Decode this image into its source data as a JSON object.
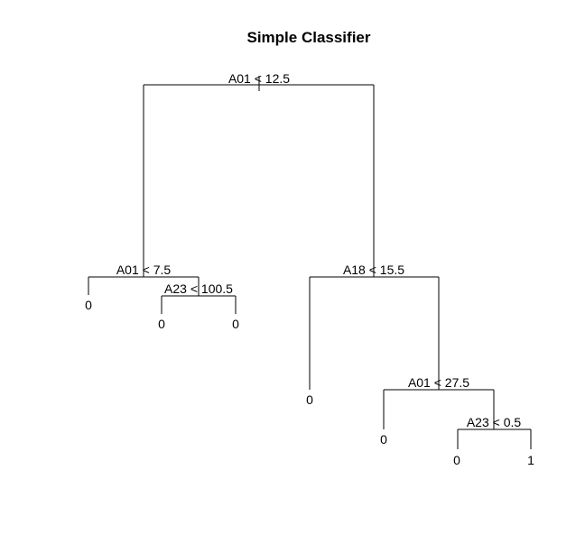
{
  "title": "Simple Classifier",
  "tree": {
    "split": "A01 < 12.5",
    "left": {
      "split": "A01 < 7.5",
      "left": {
        "leaf": "0"
      },
      "right": {
        "split": "A23 < 100.5",
        "left": {
          "leaf": "0"
        },
        "right": {
          "leaf": "0"
        }
      }
    },
    "right": {
      "split": "A18 < 15.5",
      "left": {
        "leaf": "0"
      },
      "right": {
        "split": "A01 < 27.5",
        "left": {
          "leaf": "0"
        },
        "right": {
          "split": "A23 < 0.5",
          "left": {
            "leaf": "0"
          },
          "right": {
            "leaf": "1"
          }
        }
      }
    }
  }
}
